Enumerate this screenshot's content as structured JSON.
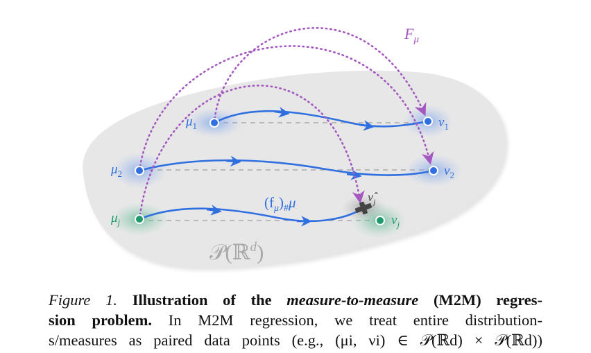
{
  "figure": {
    "space_label": "𝒫(ℝ",
    "space_sup": "d",
    "space_close": ")",
    "push_label_a": "(f",
    "push_label_sub": "μ",
    "push_label_b": ")",
    "push_label_sharp": "#",
    "push_label_c": "μ",
    "map_label": "F",
    "map_label_sub": "μ",
    "nodes": {
      "mu1": {
        "sym": "μ",
        "sub": "1"
      },
      "nu1": {
        "sym": "ν",
        "sub": "1"
      },
      "mu2": {
        "sym": "μ",
        "sub": "2"
      },
      "nu2": {
        "sym": "ν",
        "sub": "2"
      },
      "muj": {
        "sym": "μ",
        "sub": "j"
      },
      "nuj": {
        "sym": "ν",
        "sub": "j"
      },
      "nuhatj": {
        "sym": "ν̂",
        "sub": "j"
      }
    },
    "colors": {
      "blue": "#2f6fe0",
      "green": "#1f9a6a",
      "purple": "#a458c0",
      "gray_region": "#e7e7e7"
    }
  },
  "caption": {
    "fig_num": "Figure 1.",
    "bold_a": "Illustration of the",
    "bold_italic": "measure-to-measure",
    "bold_b": "(M2M) regres-",
    "bold_c": "sion problem.",
    "text_1": "In M2M regression, we treat entire distribution-",
    "text_2": "s/measures as paired data points (e.g.,",
    "math": "(μi, νi) ∈ 𝒫(ℝd) × 𝒫(ℝd))"
  }
}
